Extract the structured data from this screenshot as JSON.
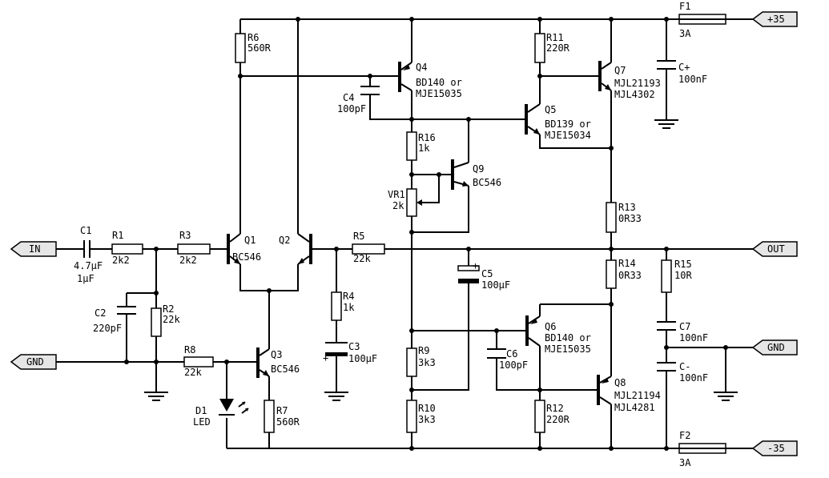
{
  "ports": {
    "in": "IN",
    "gnd_in": "GND",
    "pos_supply": "+35",
    "out": "OUT",
    "gnd_out": "GND",
    "neg_supply": "-35"
  },
  "components": {
    "C1": {
      "ref": "C1",
      "value": "4.7µF",
      "value2": "1µF"
    },
    "R1": {
      "ref": "R1",
      "value": "2k2"
    },
    "R3": {
      "ref": "R3",
      "value": "2k2"
    },
    "C2": {
      "ref": "C2",
      "value": "220pF"
    },
    "R2": {
      "ref": "R2",
      "value": "22k"
    },
    "R8": {
      "ref": "R8",
      "value": "22k"
    },
    "D1": {
      "ref": "D1",
      "value": "LED"
    },
    "Q1": {
      "ref": "Q1"
    },
    "Q2": {
      "ref": "Q2"
    },
    "Q12type": "BC546",
    "Q3": {
      "ref": "Q3",
      "type": "BC546"
    },
    "R7": {
      "ref": "R7",
      "value": "560R"
    },
    "R6": {
      "ref": "R6",
      "value": "560R"
    },
    "R5": {
      "ref": "R5",
      "value": "22k"
    },
    "R4": {
      "ref": "R4",
      "value": "1k"
    },
    "C3": {
      "ref": "C3",
      "value": "100µF"
    },
    "C4": {
      "ref": "C4",
      "value": "100pF"
    },
    "Q4": {
      "ref": "Q4",
      "type": "BD140 or",
      "type2": "MJE15035"
    },
    "R16": {
      "ref": "R16",
      "value": "1k"
    },
    "VR1": {
      "ref": "VR1",
      "value": "2k"
    },
    "Q9": {
      "ref": "Q9",
      "type": "BC546"
    },
    "C5": {
      "ref": "C5",
      "value": "100µF"
    },
    "R9": {
      "ref": "R9",
      "value": "3k3"
    },
    "R10": {
      "ref": "R10",
      "value": "3k3"
    },
    "C6": {
      "ref": "C6",
      "value": "100pF"
    },
    "Q6": {
      "ref": "Q6",
      "type": "BD140 or",
      "type2": "MJE15035"
    },
    "R11": {
      "ref": "R11",
      "value": "220R"
    },
    "Q5": {
      "ref": "Q5",
      "type": "BD139 or",
      "type2": "MJE15034"
    },
    "Q7": {
      "ref": "Q7",
      "type": "MJL21193",
      "type2": "MJL4302"
    },
    "R13": {
      "ref": "R13",
      "value": "0R33"
    },
    "R14": {
      "ref": "R14",
      "value": "0R33"
    },
    "R12": {
      "ref": "R12",
      "value": "220R"
    },
    "Q8": {
      "ref": "Q8",
      "type": "MJL21194",
      "type2": "MJL4281"
    },
    "F1": {
      "ref": "F1",
      "value": "3A"
    },
    "F2": {
      "ref": "F2",
      "value": "3A"
    },
    "Cp": {
      "ref": "C+",
      "value": "100nF"
    },
    "R15": {
      "ref": "R15",
      "value": "10R"
    },
    "C7": {
      "ref": "C7",
      "value": "100nF"
    },
    "Cm": {
      "ref": "C-",
      "value": "100nF"
    }
  }
}
